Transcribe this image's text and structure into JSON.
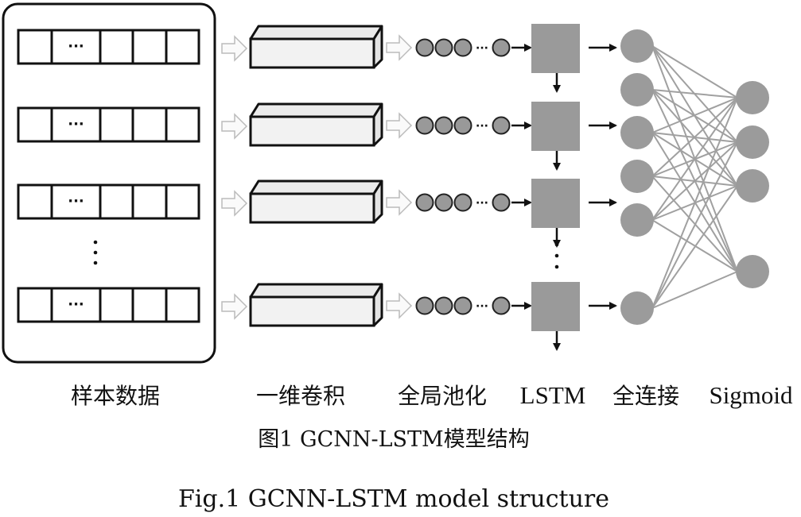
{
  "figure": {
    "title_cn": "图1 GCNN-LSTM模型结构",
    "title_en": "Fig.1 GCNN-LSTM model structure"
  },
  "stages": [
    {
      "id": "input",
      "label": "样本数据"
    },
    {
      "id": "conv1d",
      "label": "一维卷积"
    },
    {
      "id": "global_pooling",
      "label": "全局池化"
    },
    {
      "id": "lstm",
      "label": "LSTM"
    },
    {
      "id": "fully_connected",
      "label": "全连接"
    },
    {
      "id": "sigmoid",
      "label": "Sigmoid"
    }
  ],
  "structure": {
    "sample_rows_shown": 4,
    "cells_per_row": 5,
    "ellipsis_cell_index": 1,
    "pooling_circles_per_row": 4,
    "fc_nodes": 6,
    "output_nodes": 4,
    "ellipsis_glyph": "···"
  },
  "colors": {
    "stroke": "#111111",
    "node_gray": "#9b9b9b",
    "lstm_gray": "#9a9a9a",
    "pool_gray": "#999999",
    "conv_fill": "#f2f2f2",
    "conv_top": "#ebebeb",
    "hollow_arrow": "#bbbbbb",
    "edge_gray": "#a0a0a0"
  }
}
